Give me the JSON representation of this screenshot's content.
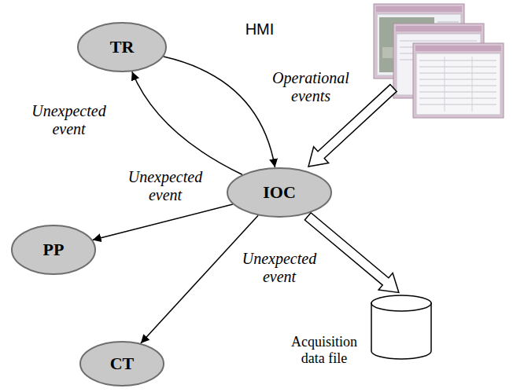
{
  "diagram": {
    "nodes": [
      {
        "text": [
          "TR"
        ]
      },
      {
        "text": [
          "IOC"
        ]
      },
      {
        "text": [
          "PP"
        ]
      },
      {
        "text": [
          "CT"
        ]
      },
      {
        "text": [
          "Acquisition data file"
        ]
      }
    ],
    "edges": [
      {
        "from": 0,
        "to": 1,
        "label": "Operational events",
        "arrow": "to"
      },
      {
        "from": 1,
        "to": 0,
        "label": "Unexpected event",
        "arrow": "to"
      },
      {
        "from": 1,
        "to": 2,
        "label": "Unexpected event",
        "arrow": "to"
      },
      {
        "from": 1,
        "to": 3,
        "label": "Unexpected event",
        "arrow": "to"
      },
      {
        "from": 1,
        "to": 4,
        "arrow": "to"
      }
    ],
    "labels": [
      "HMI"
    ]
  }
}
